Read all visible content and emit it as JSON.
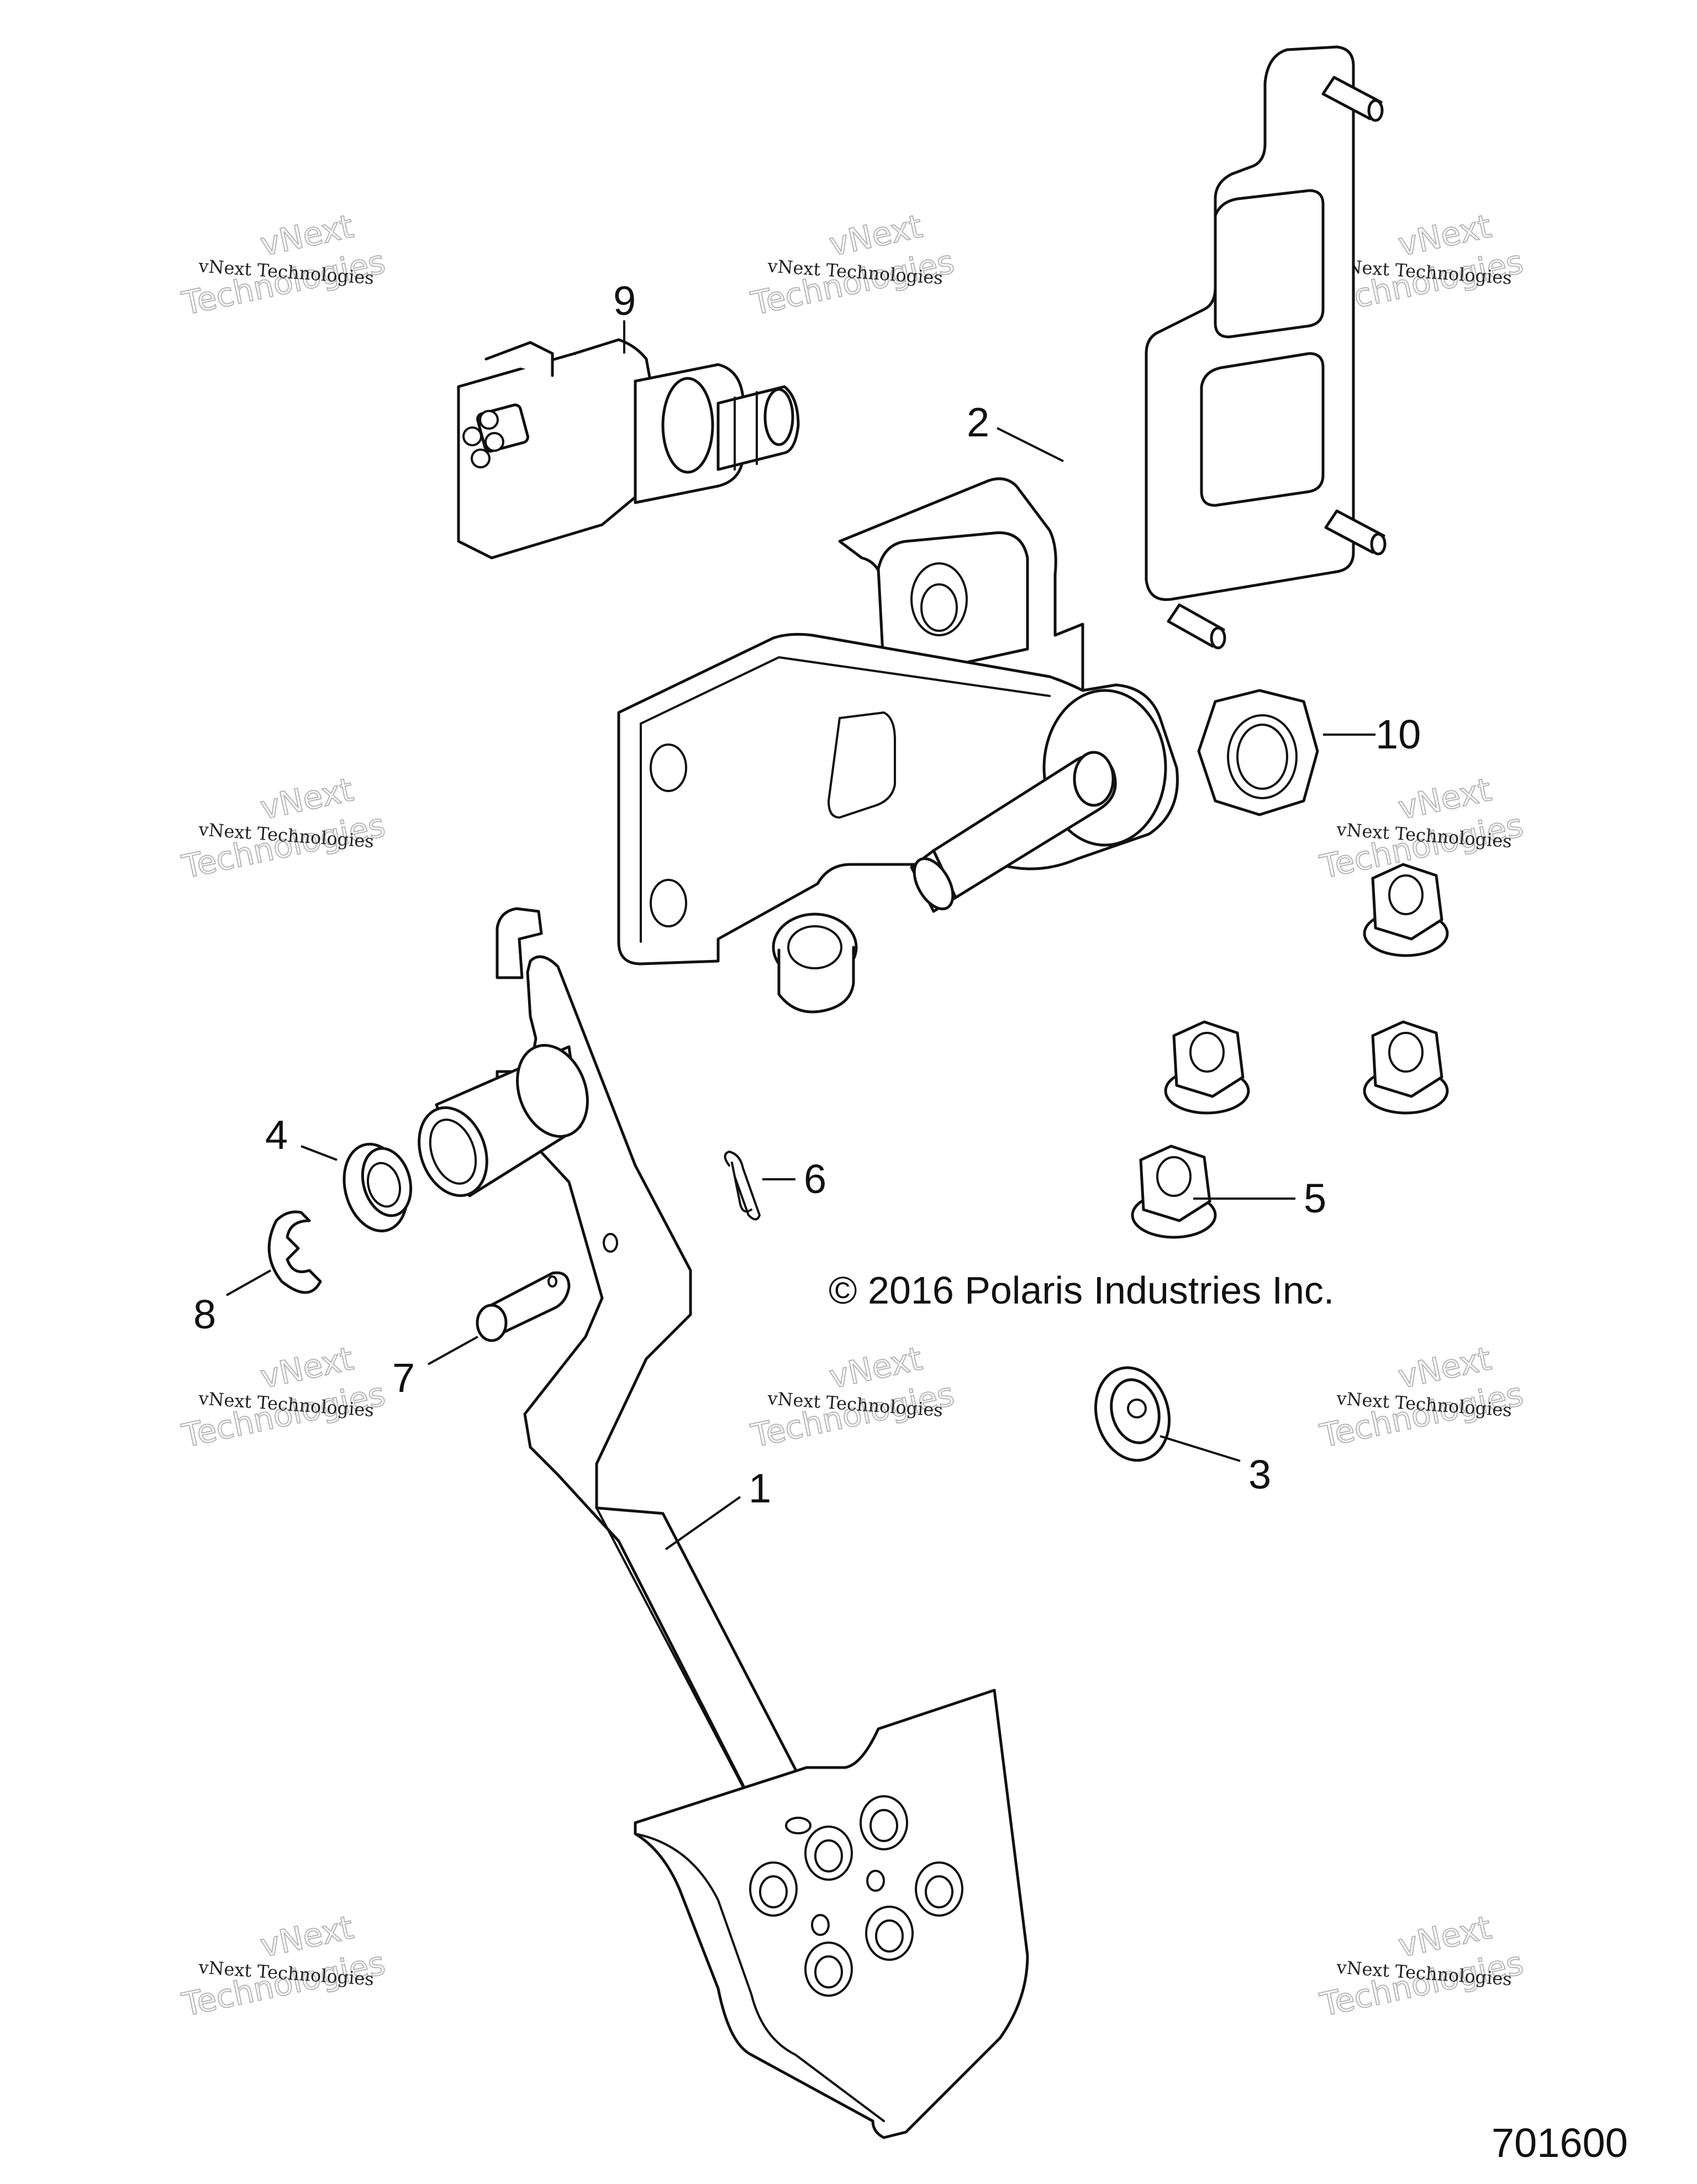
{
  "diagram": {
    "callouts": [
      {
        "id": "1",
        "label": "1"
      },
      {
        "id": "2",
        "label": "2"
      },
      {
        "id": "3",
        "label": "3"
      },
      {
        "id": "4",
        "label": "4"
      },
      {
        "id": "5",
        "label": "5"
      },
      {
        "id": "6",
        "label": "6"
      },
      {
        "id": "7",
        "label": "7"
      },
      {
        "id": "8",
        "label": "8"
      },
      {
        "id": "9",
        "label": "9"
      },
      {
        "id": "10",
        "label": "10"
      }
    ],
    "copyright": "© 2016 Polaris Industries Inc.",
    "drawing_number": "701600"
  },
  "watermark": {
    "line1": "vNext",
    "line2": "vNext Technologies",
    "line3": "Technologies"
  }
}
